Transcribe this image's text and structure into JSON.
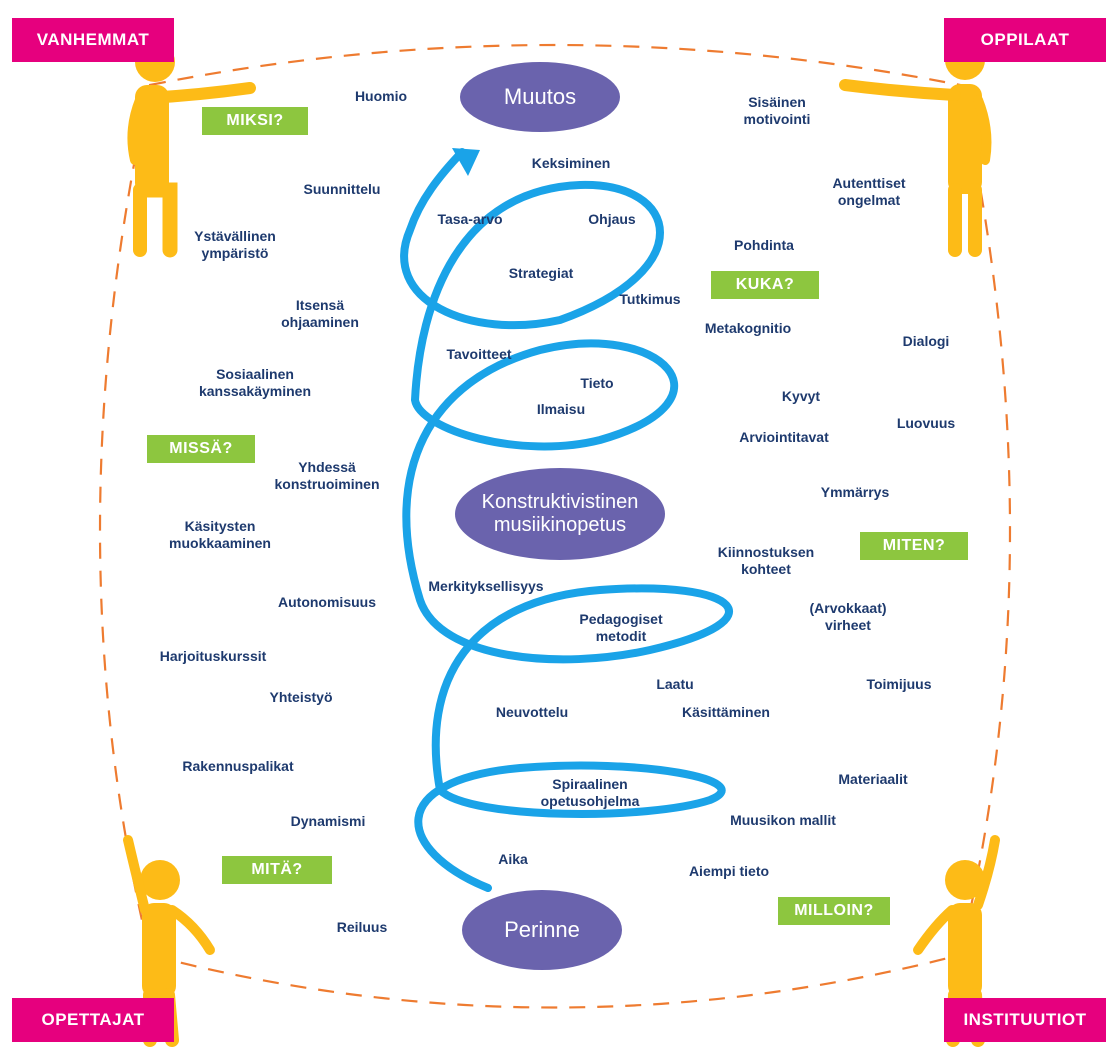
{
  "colors": {
    "corner_bg": "#e6007e",
    "question_bg": "#8dc63f",
    "node_bg": "#6a63ad",
    "spiral": "#1aa3e8",
    "dash": "#ee7b30",
    "figure": "#fdbb17",
    "term_text": "#1e3a6e"
  },
  "corners": {
    "top_left": "VANHEMMAT",
    "top_right": "OPPILAAT",
    "bottom_left": "OPETTAJAT",
    "bottom_right": "INSTITUUTIOT"
  },
  "questions": {
    "miksi": "MIKSI?",
    "kuka": "KUKA?",
    "missa": "MISSÄ?",
    "miten": "MITEN?",
    "mita": "MITÄ?",
    "milloin": "MILLOIN?"
  },
  "nodes": {
    "top": "Muutos",
    "center": "Konstruktivistinen\nmusiikinopetus",
    "bottom": "Perinne"
  },
  "terms": {
    "huomio": "Huomio",
    "sisainen_motivointi": "Sisäinen\nmotivointi",
    "keksiminen": "Keksiminen",
    "suunnittelu": "Suunnittelu",
    "autenttiset_ongelmat": "Autenttiset\nongelmat",
    "tasa_arvo": "Tasa-arvo",
    "ohjaus": "Ohjaus",
    "ystavallinen_ymparisto": "Ystävällinen\nympäristö",
    "pohdinta": "Pohdinta",
    "strategiat": "Strategiat",
    "tutkimus": "Tutkimus",
    "itsensa_ohjaaminen": "Itsensä\nohjaaminen",
    "metakognitio": "Metakognitio",
    "dialogi": "Dialogi",
    "tavoitteet": "Tavoitteet",
    "sosiaalinen_kanssakayminen": "Sosiaalinen\nkanssakäyminen",
    "tieto": "Tieto",
    "kyvyt": "Kyvyt",
    "ilmaisu": "Ilmaisu",
    "luovuus": "Luovuus",
    "arviointitavat": "Arviointitavat",
    "yhdessa_konstruoiminen": "Yhdessä\nkonstruoiminen",
    "ymmarrys": "Ymmärrys",
    "kasitysten_muokkaaminen": "Käsitysten\nmuokkaaminen",
    "kiinnostuksen_kohteet": "Kiinnostuksen\nkohteet",
    "merkityksellisyys": "Merkityksellisyys",
    "autonomisuus": "Autonomisuus",
    "pedagogiset_metodit": "Pedagogiset\nmetodit",
    "arvokkaat_virheet": "(Arvokkaat)\nvirheet",
    "harjoituskurssit": "Harjoituskurssit",
    "laatu": "Laatu",
    "toimijuus": "Toimijuus",
    "yhteistyo": "Yhteistyö",
    "neuvottelu": "Neuvottelu",
    "kasittaminen": "Käsittäminen",
    "rakennuspalikat": "Rakennuspalikat",
    "materiaalit": "Materiaalit",
    "spiraalinen_opetusohjelma": "Spiraalinen\nopetusohjelma",
    "dynamismi": "Dynamismi",
    "muusikon_mallit": "Muusikon mallit",
    "aika": "Aika",
    "aiempi_tieto": "Aiempi tieto",
    "reiluus": "Reiluus"
  }
}
